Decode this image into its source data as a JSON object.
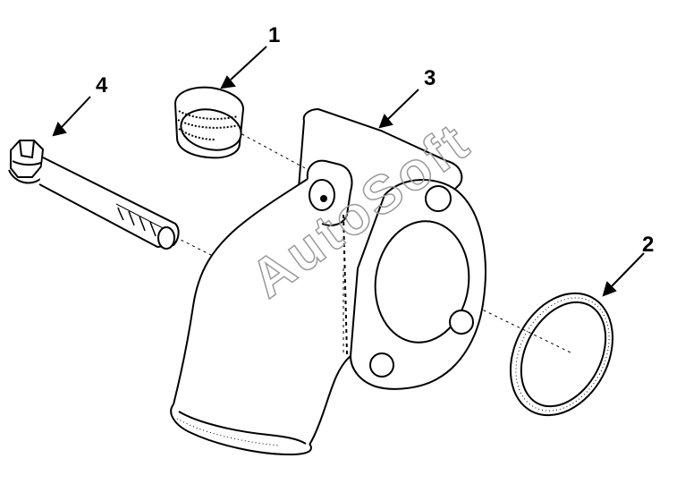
{
  "callouts": [
    {
      "id": "1",
      "label": "1"
    },
    {
      "id": "2",
      "label": "2"
    },
    {
      "id": "3",
      "label": "3"
    },
    {
      "id": "4",
      "label": "4"
    }
  ],
  "parts": [
    {
      "callout": "1",
      "name": "plug"
    },
    {
      "callout": "2",
      "name": "seal-ring"
    },
    {
      "callout": "3",
      "name": "coolant-outlet-elbow"
    },
    {
      "callout": "4",
      "name": "flange-bolt"
    }
  ],
  "watermark": {
    "text": "AutoSoft"
  },
  "colors": {
    "line": "#000000",
    "background": "#ffffff",
    "watermark": "#9a9a9a"
  }
}
